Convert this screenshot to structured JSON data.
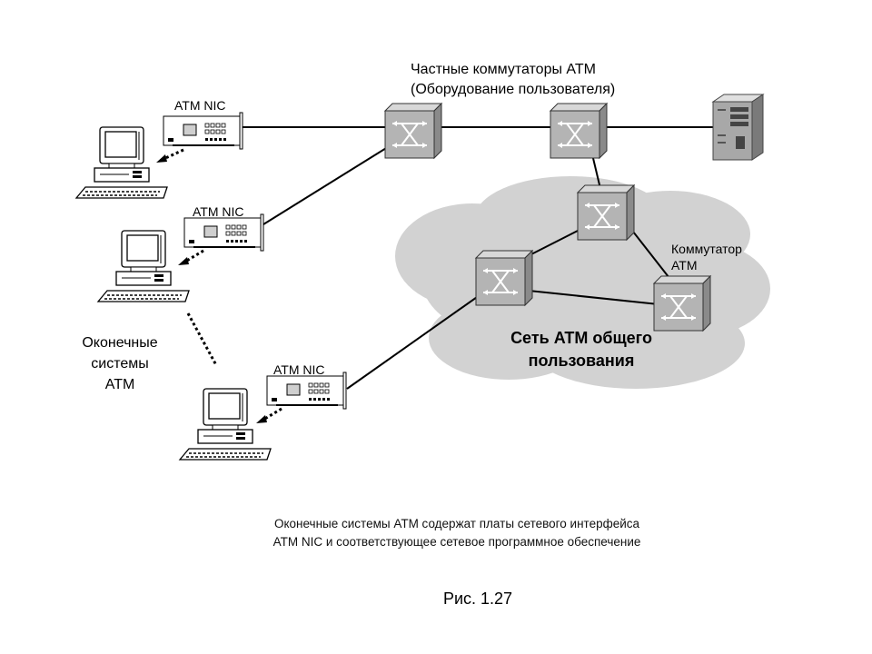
{
  "labels": {
    "private_switches": [
      "Частные коммутаторы ATM",
      "(Оборудование пользователя)"
    ],
    "nic": "ATM NIC",
    "switch_atm": [
      "Коммутатор",
      "ATM"
    ],
    "public_network": [
      "Сеть ATM общего",
      "пользования"
    ],
    "end_systems": [
      "Оконечные",
      "системы",
      "ATM"
    ],
    "caption": [
      "Оконечные системы ATM содержат платы сетевого интерфейса",
      "ATM NIC и соответствующее сетевое программное обеспечение"
    ],
    "figure": "Рис. 1.27"
  },
  "colors": {
    "cloud": "#d2d2d2",
    "switch": "#b4b4b4",
    "switch_side": "#8a8a8a",
    "line": "#000000"
  }
}
